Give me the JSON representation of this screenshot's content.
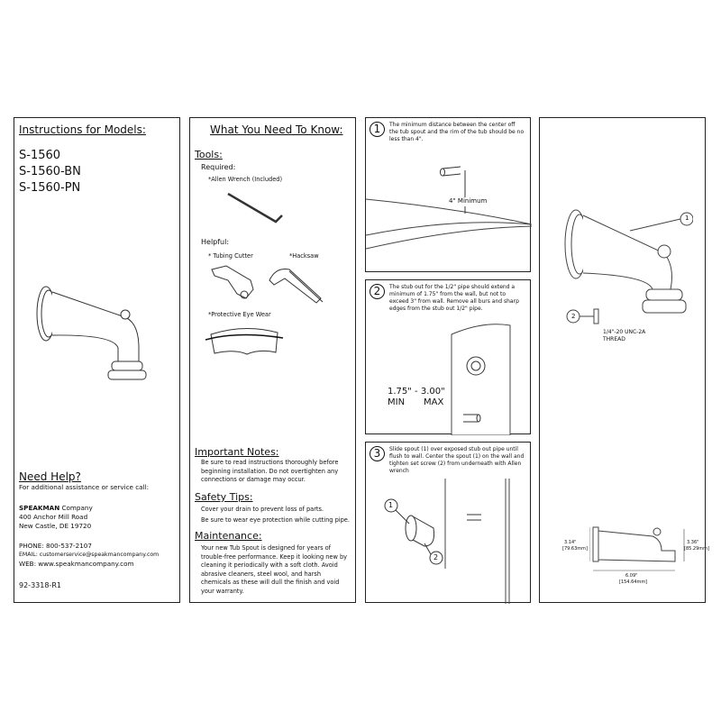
{
  "models": {
    "title": "Instructions for Models:",
    "list": [
      "S-1560",
      "S-1560-BN",
      "S-1560-PN"
    ]
  },
  "help": {
    "title": "Need Help?",
    "subtitle": "For additional assistance or service call:",
    "brand": "SPEAKMAN",
    "company": "Company",
    "address1": "400 Anchor Mill Road",
    "address2": "New Castle, DE 19720",
    "phone": "PHONE: 800-537-2107",
    "email": "EMAIL: customerservice@speakmancompany.com",
    "web": "WEB: www.speakmancompany.com",
    "doc_number": "92-3318-R1"
  },
  "know": {
    "title": "What You Need To Know:",
    "tools": "Tools:",
    "required": "Required:",
    "allen": "*Allen Wrench (Included)",
    "helpful": "Helpful:",
    "cutter": "* Tubing Cutter",
    "hacksaw": "*Hacksaw",
    "eyewear": "*Protective Eye Wear",
    "notes_title": "Important Notes:",
    "notes": "Be sure to read instructions thoroughly before beginning installation. Do not overtighten any connections or damage may occur.",
    "safety_title": "Safety Tips:",
    "safety1": "Cover your drain to prevent loss of parts.",
    "safety2": "Be sure to wear eye protection while cutting pipe.",
    "maint_title": "Maintenance:",
    "maint": "Your new Tub Spout is designed for years of trouble-free performance. Keep it looking new by cleaning it periodically with a soft cloth. Avoid abrasive cleaners, steel wool, and harsh chemicals as these will dull the finish and void your warranty."
  },
  "steps": [
    {
      "num": "1",
      "text": "The minimum distance between the center off the tub spout and the rim of the tub should be no less than 4\".",
      "label": "4\" Minimum"
    },
    {
      "num": "2",
      "text": "The stub out for the 1/2\" pipe should extend a minimum of 1.75\" from the wall, but not to exceed 3\" from wall. Remove all burs and sharp edges from the stub out 1/2\" pipe.",
      "range": "1.75\" - 3.00\"",
      "min": "MIN",
      "max": "MAX"
    },
    {
      "num": "3",
      "text": "Slide spout (1) over exposed stub out pipe until flush to wall. Center the spout (1) on the wall and tighten set screw (2) from underneath with Allen wrench",
      "c1": "1",
      "c2": "2"
    }
  ],
  "parts": {
    "c1": "1",
    "c2": "2",
    "thread1": "1/4\"-20 UNC-2A",
    "thread2": "THREAD",
    "dim_left": "3.14\"",
    "dim_left_mm": "[79.63mm]",
    "dim_right": "3.36\"",
    "dim_right_mm": "[85.29mm]",
    "dim_len": "6.09\"",
    "dim_len_mm": "[154.64mm]"
  }
}
